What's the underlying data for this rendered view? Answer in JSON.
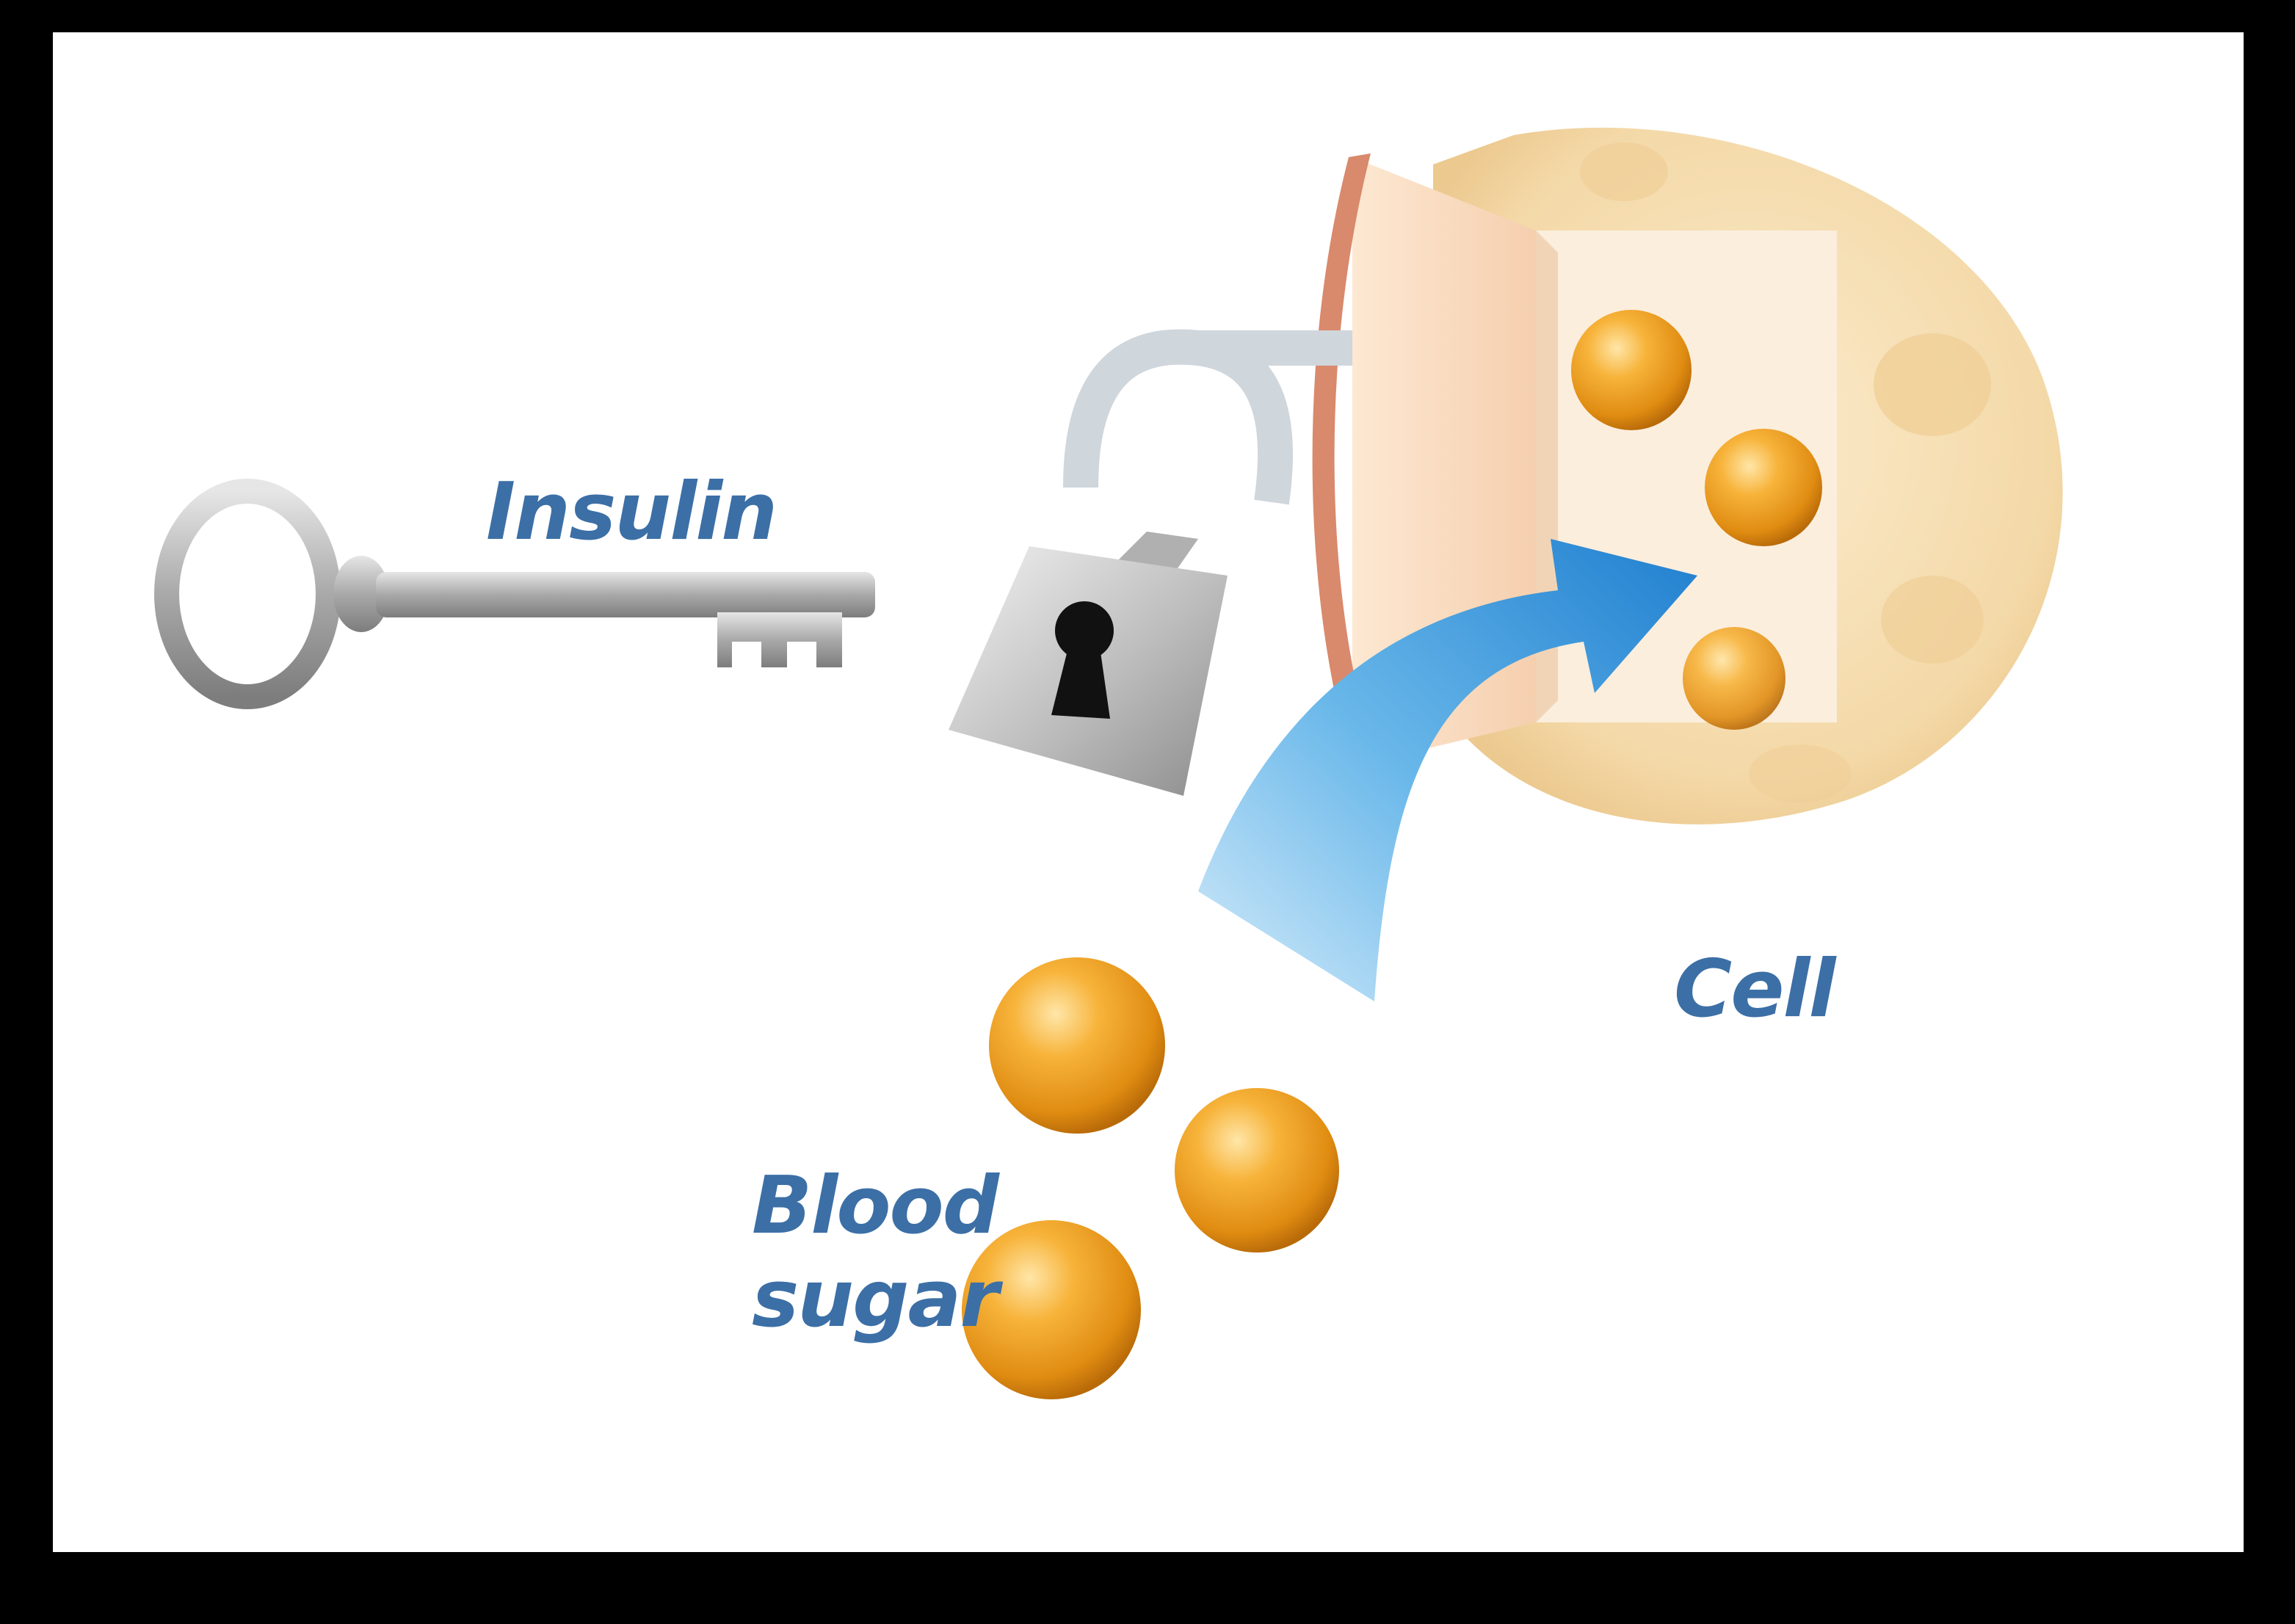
{
  "labels": {
    "insulin": "Insulin",
    "cell": "Cell",
    "blood_line1": "Blood",
    "blood_line2": "sugar"
  },
  "colors": {
    "frame": "#000000",
    "background": "#ffffff",
    "label_text": "#3c6fa6",
    "sugar_orange": "#f2a01e",
    "cell_tan": "#f5dfb3",
    "cell_membrane": "#d98a6a",
    "arrow_blue": "#2c8fd8",
    "metal_gray": "#a8a8a8"
  },
  "icons": [
    "key-icon",
    "padlock-icon",
    "cell-icon",
    "arrow-icon",
    "sugar-molecule-icon"
  ]
}
